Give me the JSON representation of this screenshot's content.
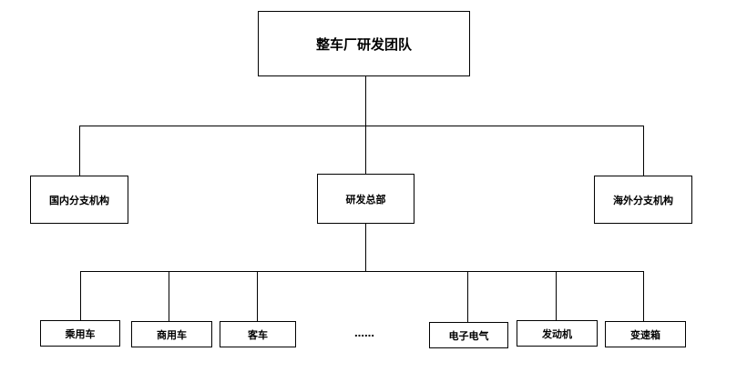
{
  "org_chart": {
    "root": {
      "label": "整车厂研发团队"
    },
    "level2": [
      {
        "label": "国内分支机构"
      },
      {
        "label": "研发总部"
      },
      {
        "label": "海外分支机构"
      }
    ],
    "level3": [
      {
        "label": "乘用车"
      },
      {
        "label": "商用车"
      },
      {
        "label": "客车"
      },
      {
        "label": "电子电气"
      },
      {
        "label": "发动机"
      },
      {
        "label": "变速箱"
      }
    ],
    "omitted_marker": "……"
  }
}
